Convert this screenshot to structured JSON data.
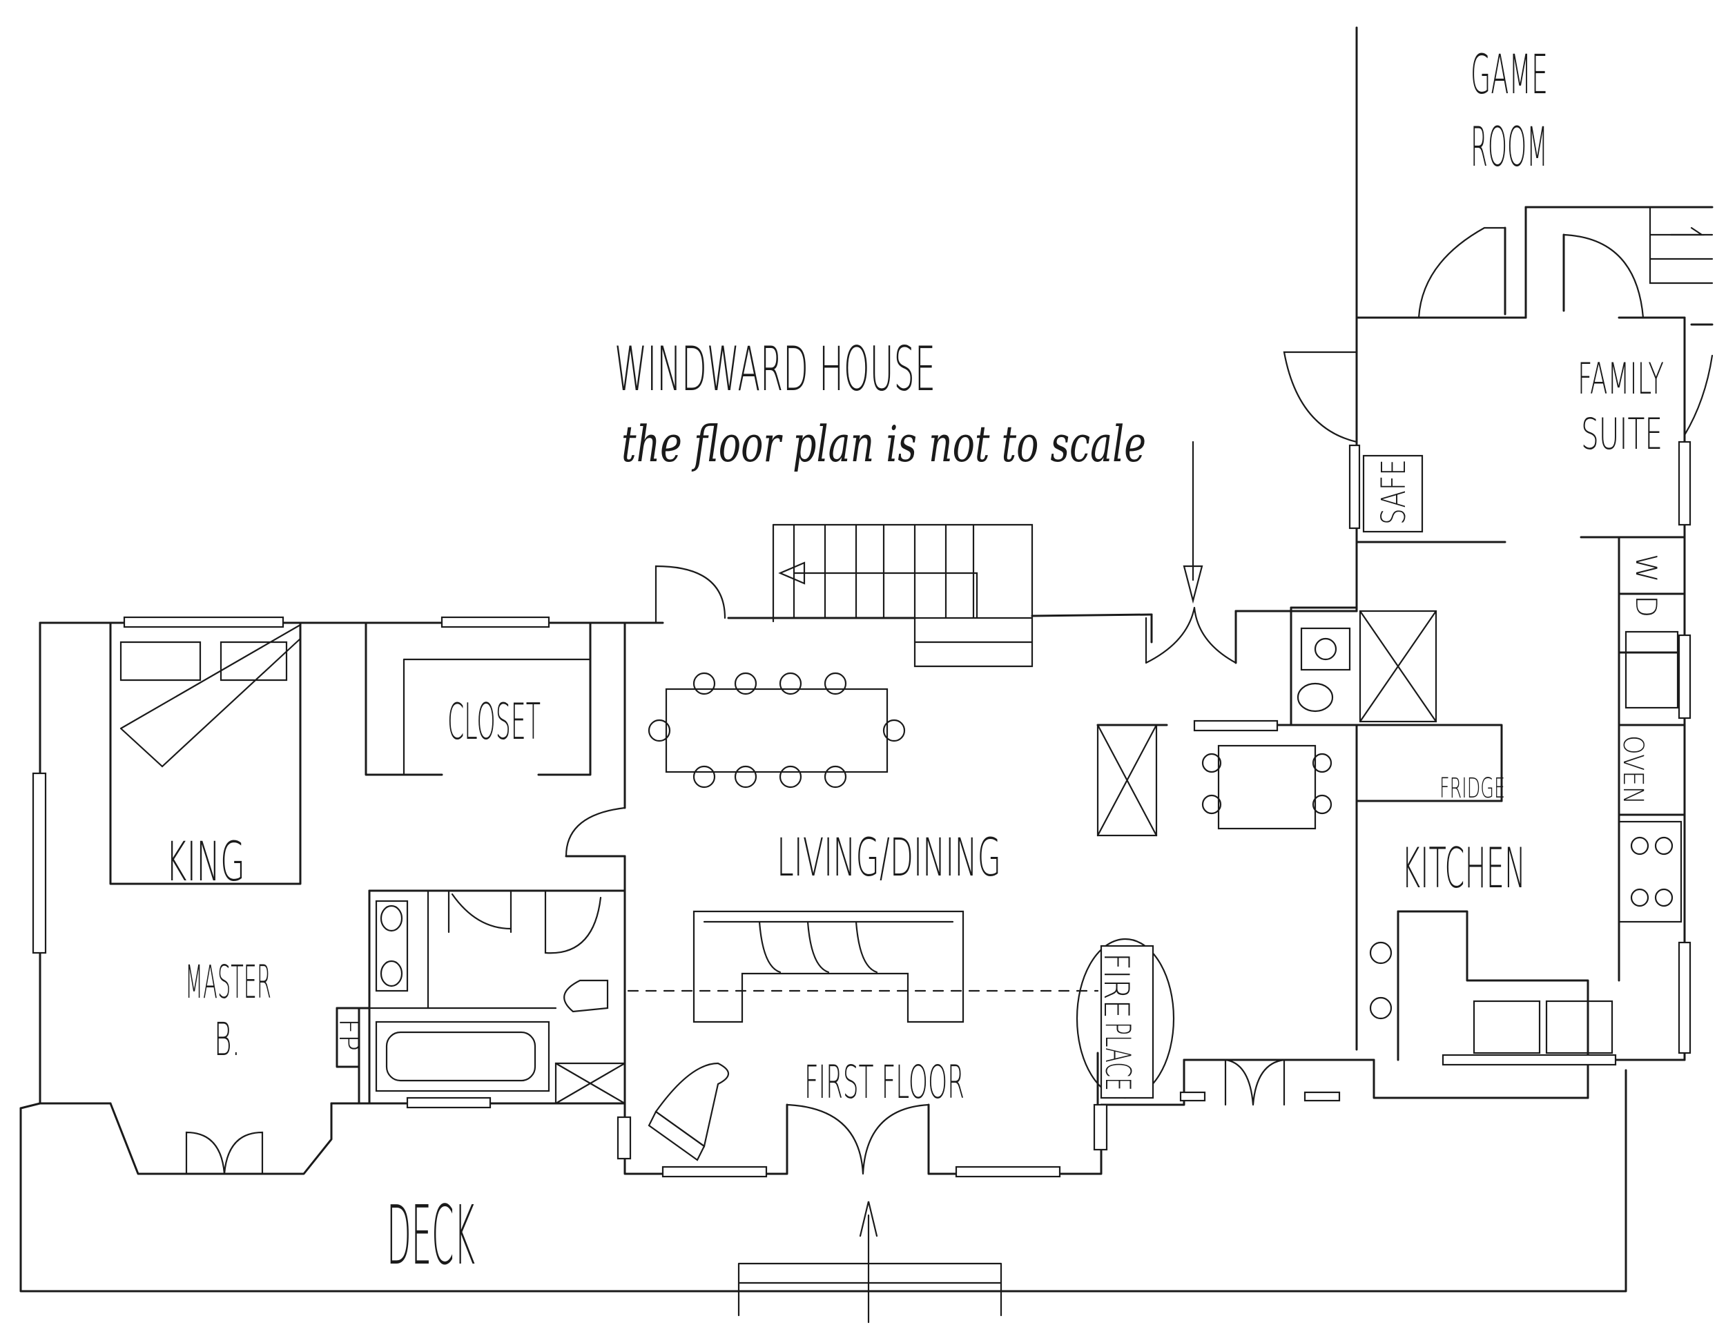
{
  "title": "WINDWARD HOUSE",
  "subtitle": "the floor plan is not to scale",
  "floor_label": "FIRST FLOOR",
  "rooms": {
    "game_room": "GAME ROOM",
    "game_room_l1": "GAME",
    "game_room_l2": "ROOM",
    "family_suite_l1": "FAMILY",
    "family_suite_l2": "SUITE",
    "safe": "SAFE",
    "closet": "CLOSET",
    "king": "KING",
    "master_l1": "MASTER",
    "master_l2": "B.",
    "living_dining": "LIVING/DINING",
    "kitchen": "KITCHEN",
    "fridge": "FRIDGE",
    "oven": "OVEN",
    "washer": "W",
    "dryer": "D",
    "fireplace_l1": "FIRE",
    "fireplace_l2": "PLACE",
    "fp": "FP",
    "deck": "DECK"
  },
  "colors": {
    "ink": "#1a1a1a",
    "paper": "#ffffff"
  }
}
